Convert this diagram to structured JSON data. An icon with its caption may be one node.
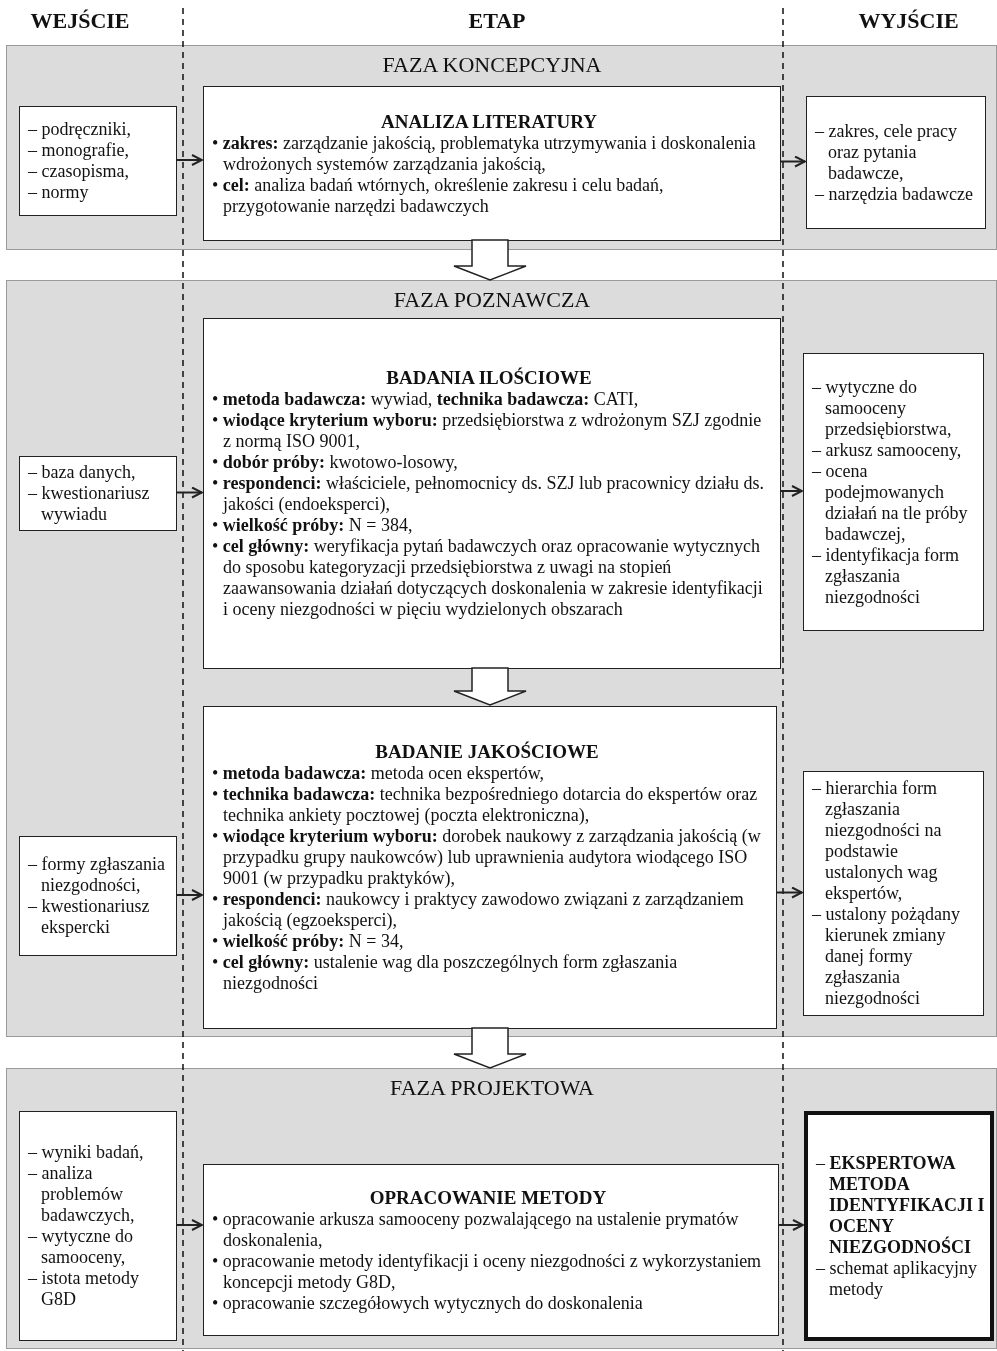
{
  "diagram": {
    "nodes": [
      {
        "text": [
          "FAZA KONCEPCYJNA"
        ]
      },
      {
        "text": [
          "– podręczniki,",
          "– monografie,",
          "– czasopisma,",
          "– normy"
        ],
        "in": 0
      },
      {
        "text": [
          "ANALIZA LITERATURY",
          "• **zakres:** zarządzanie jakością, problematyka utrzymywania i doskonalenia wdrożonych systemów zarządzania jakością,",
          "• **cel:** analiza badań wtórnych, określenie zakresu i celu badań, przygotowanie narzędzi badawczych"
        ],
        "in": 0
      },
      {
        "text": [
          "– zakres, cele pracy oraz pytania badawcze,",
          "– narzędzia badawcze"
        ],
        "in": 0
      },
      {
        "text": [
          "FAZA POZNAWCZA"
        ]
      },
      {
        "text": [
          "– baza danych,",
          "– kwestionariusz wywiadu"
        ],
        "in": 4
      },
      {
        "text": [
          "BADANIA ILOŚCIOWE",
          "• **metoda badawcza:** wywiad, **technika badawcza:** CATI,",
          "• **wiodące kryterium wyboru:** przedsiębiorstwa z wdrożonym SZJ zgodnie z normą ISO 9001,",
          "• **dobór próby:** kwotowo-losowy,",
          "• **respondenci:** właściciele, pełnomocnicy ds. SZJ lub pracownicy działu ds. jakości (endoeksperci),",
          "• **wielkość próby:** N = 384,",
          "• **cel główny:** weryfikacja pytań badawczych oraz opracowanie wytycznych do sposobu kategoryzacji przedsiębiorstwa z uwagi na stopień zaawansowania działań dotyczących doskonalenia w zakresie identyfikacji i oceny niezgodności w pięciu wydzielonych obszarach"
        ],
        "in": 4
      },
      {
        "text": [
          "– wytyczne do samooceny przedsiębiorstwa,",
          "– arkusz samooceny,",
          "– ocena podejmowanych działań na tle próby badawczej,",
          "– identyfikacja form zgłaszania niezgodności"
        ],
        "in": 4
      },
      {
        "text": [
          "– formy zgłaszania niezgodności,",
          "– kwestionariusz ekspercki"
        ],
        "in": 4
      },
      {
        "text": [
          "BADANIE JAKOŚCIOWE",
          "• **metoda badawcza:** metoda ocen ekspertów,",
          "• **technika badawcza:** technika bezpośredniego dotarcia do ekspertów oraz technika ankiety pocztowej (poczta elektroniczna),",
          "• **wiodące kryterium wyboru:** dorobek naukowy z zarządzania jakością (w przypadku grupy naukowców) lub uprawnienia audytora wiodącego ISO 9001 (w przypadku praktyków),",
          "• **respondenci:** naukowcy i praktycy zawodowo związani z zarządzaniem jakością (egzoeksperci),",
          "• **wielkość próby:** N = 34,",
          "• **cel główny:** ustalenie wag dla poszczególnych form zgłaszania niezgodności"
        ],
        "in": 4
      },
      {
        "text": [
          "– hierarchia form zgłaszania niezgodności na podstawie ustalonych wag ekspertów,",
          "– ustalony pożądany kierunek zmiany danej formy zgłaszania niezgodności"
        ],
        "in": 4
      },
      {
        "text": [
          "FAZA PROJEKTOWA"
        ]
      },
      {
        "text": [
          "– wyniki badań,",
          "– analiza problemów badawczych,",
          "– wytyczne do samooceny,",
          "– istota metody G8D"
        ],
        "in": 11
      },
      {
        "text": [
          "OPRACOWANIE METODY",
          "• opracowanie arkusza samooceny pozwalającego na ustalenie prymatów doskonalenia,",
          "• opracowanie metody identyfikacji i oceny niezgodności z wykorzystaniem koncepcji metody G8D,",
          "• opracowanie szczegółowych wytycznych do doskonalenia"
        ],
        "in": 11
      },
      {
        "text": [
          "– **EKSPERTOWA METODA IDENTYFIKACJI I OCENY NIEZGODNOŚCI**",
          "– schemat aplikacyjny metody"
        ],
        "in": 11
      }
    ],
    "edges": [
      {
        "from": 1,
        "to": 2,
        "arrow": "to"
      },
      {
        "from": 2,
        "to": 3,
        "arrow": "to"
      },
      {
        "from": 2,
        "to": 4,
        "arrow": "to",
        "style": "thick"
      },
      {
        "from": 5,
        "to": 6,
        "arrow": "to"
      },
      {
        "from": 6,
        "to": 7,
        "arrow": "to"
      },
      {
        "from": 6,
        "to": 9,
        "arrow": "to",
        "style": "thick"
      },
      {
        "from": 8,
        "to": 9,
        "arrow": "to"
      },
      {
        "from": 9,
        "to": 10,
        "arrow": "to"
      },
      {
        "from": 9,
        "to": 11,
        "arrow": "to",
        "style": "thick"
      },
      {
        "from": 12,
        "to": 13,
        "arrow": "to"
      },
      {
        "from": 13,
        "to": 14,
        "arrow": "to"
      }
    ],
    "labels": [
      "WEJŚCIE",
      "ETAP",
      "WYJŚCIE"
    ]
  }
}
